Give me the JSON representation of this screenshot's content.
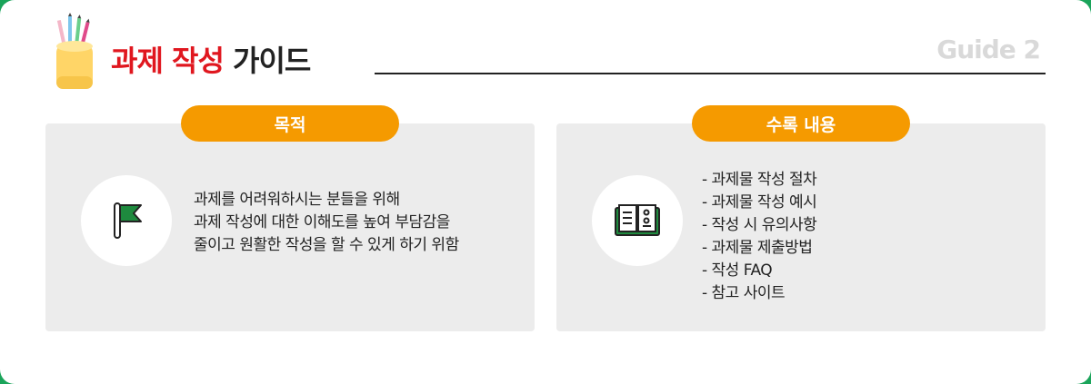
{
  "header": {
    "title_accent": "과제 작성",
    "title_rest": "가이드",
    "guide_label": "Guide 2"
  },
  "purpose": {
    "pill_label": "목적",
    "icon": "flag-icon",
    "lines": [
      "과제를 어려워하시는 분들을 위해",
      "과제 작성에 대한 이해도를 높여 부담감을",
      "줄이고 원활한 작성을 할 수 있게 하기 위함"
    ]
  },
  "contents": {
    "pill_label": "수록 내용",
    "icon": "open-book-icon",
    "items": [
      "- 과제물 작성 절차",
      "- 과제물 작성 예시",
      "- 작성 시 유의사항",
      "- 과제물 제출방법",
      "- 작성 FAQ",
      "- 참고 사이트"
    ]
  },
  "colors": {
    "accent_red": "#e0171f",
    "pill_orange": "#f59a00",
    "icon_green": "#1e8a3e",
    "border_green": "#1aa45a",
    "panel_gray": "#ececec"
  }
}
